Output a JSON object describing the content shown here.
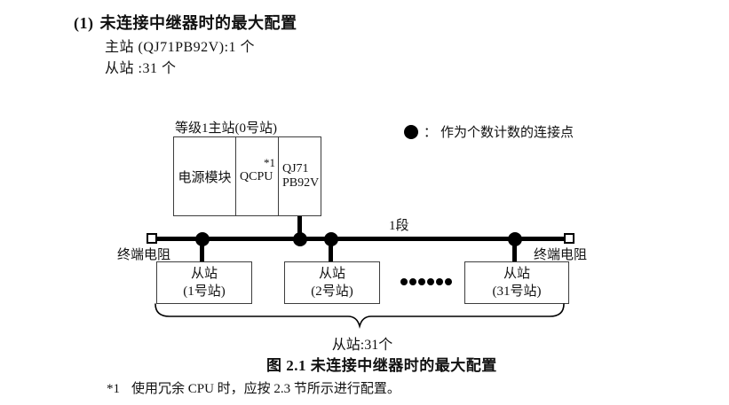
{
  "colors": {
    "line": "#000000",
    "text": "#111111"
  },
  "heading": {
    "prefix": "(1)",
    "title": "未连接中继器时的最大配置"
  },
  "spec_lines": [
    "主站 (QJ71PB92V):1 个",
    "从站 :31 个"
  ],
  "diagram": {
    "master": {
      "label": "等级1主站(0号站)",
      "modules": {
        "power": "电源模块",
        "cpu": "QCPU",
        "cpu_note": "*1",
        "network_line1": "QJ71",
        "network_line2": "PB92V"
      }
    },
    "legend": {
      "colon": "：",
      "label": "作为个数计数的连接点"
    },
    "segment_label": "1段",
    "terminator_label": "终端电阻",
    "slaves": [
      {
        "name": "从站",
        "station": "(1号站)"
      },
      {
        "name": "从站",
        "station": "(2号站)"
      },
      {
        "name": "从站",
        "station": "(31号站)"
      }
    ],
    "slave_total_label": "从站:31个"
  },
  "caption": "图 2.1 未连接中继器时的最大配置",
  "footnote": {
    "marker": "*1",
    "text": "使用冗余 CPU 时，应按 2.3 节所示进行配置。"
  }
}
